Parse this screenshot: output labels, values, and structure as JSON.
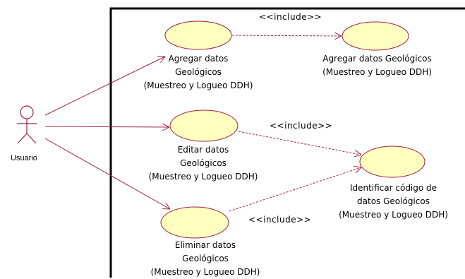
{
  "actor": {
    "name": "Usuario"
  },
  "use_cases": [
    {
      "id": "uc1",
      "lines": [
        "Agregar datos",
        "Geológicos",
        "(Muestreo y Logueo DDH)"
      ]
    },
    {
      "id": "uc2",
      "lines": [
        "Agregar datos Geológicos",
        "(Muestreo y Logueo DDH)"
      ]
    },
    {
      "id": "uc3",
      "lines": [
        "Editar datos",
        "Geológicos",
        "(Muestreo y Logueo DDH)"
      ]
    },
    {
      "id": "uc4",
      "lines": [
        "Identificar código de",
        "datos Geológicos",
        "(Muestreo y Logueo DDH)"
      ]
    },
    {
      "id": "uc5",
      "lines": [
        "Eliminar datos",
        "Geológicos",
        "(Muestreo y Logueo DDH)"
      ]
    }
  ],
  "relations": {
    "include_1": "<<include>>",
    "include_2": "<<include>>",
    "include_3": "<<include>>"
  },
  "colors": {
    "use_case_fill": "#ffffc0",
    "line": "#a02040",
    "border": "#000000"
  }
}
